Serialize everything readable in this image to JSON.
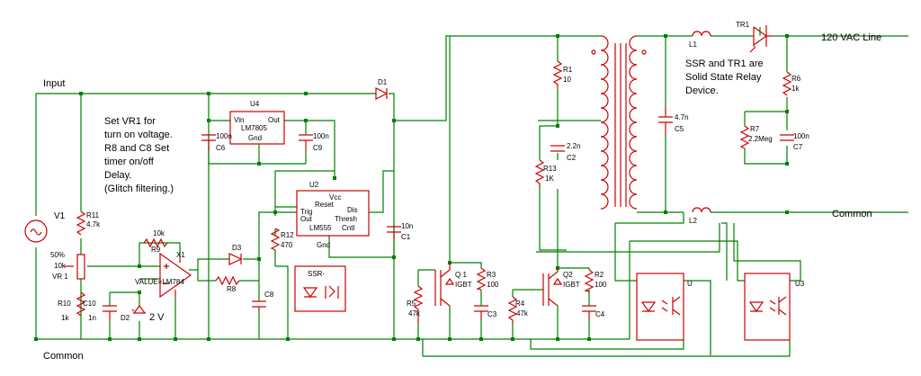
{
  "labels": {
    "input": "Input",
    "common_bottom": "Common",
    "common_right": "Common",
    "line": "120 VAC Line",
    "note_left": [
      "Set VR1 for",
      "turn on voltage.",
      "R8 and C8 Set",
      "timer on/off",
      "Delay.",
      "(Glitch filtering.)"
    ],
    "note_right": [
      "SSR and TR1 are",
      "Solid State Relay",
      "Device."
    ]
  },
  "components": {
    "V1": "V1",
    "R11": "R11",
    "R11_val": "4.7k",
    "VR1_pct": "50%",
    "VR1_val": "10k",
    "VR1": "VR 1",
    "R10": "R10",
    "R10_val": "1k",
    "C10": "C10",
    "C10_val": "1n",
    "D2": "D2",
    "D2_val": "2 V",
    "R9": "R9",
    "R9_val": "10k",
    "X1": "X1",
    "X1_val": "VALUE=LM784",
    "U4": "U4",
    "U4_vin": "Vin",
    "U4_out": "Out",
    "U4_part": "LM7805",
    "U4_gnd": "Gnd",
    "C6": "C6",
    "C6_val": "100n",
    "C9": "C9",
    "C9_val": "100n",
    "D3": "D3",
    "R8": "R8",
    "C8": "C8",
    "R12": "R12",
    "R12_val": "470",
    "U2": "U2",
    "U2_vcc": "Vcc",
    "U2_reset": "Reset",
    "U2_trig": "Trig",
    "U2_dis": "Dis",
    "U2_out": "Out",
    "U2_thresh": "Thresh",
    "U2_cntl": "Cntl",
    "U2_part": "LM555",
    "U2_gnd": "Gnd",
    "C1": "C1",
    "C1_val": "10n",
    "SSR": "SSR-",
    "D1": "D1",
    "R1": "R1",
    "R1_val": "10",
    "C2": "C2",
    "C2_val": "2.2n",
    "R13": "R13",
    "R13_val": "1K",
    "C5": "C5",
    "C5_val": "4.7n",
    "L1": "L1",
    "L2": "L2",
    "TR1": "TR1",
    "R6": "R6",
    "R6_val": "1k",
    "R7": "R7",
    "R7_val": "2.2Meg",
    "C7": "C7",
    "C7_val": "100n",
    "Q1": "Q 1",
    "Q1_type": "IGBT",
    "Q2": "Q2",
    "Q2_type": "IGBT",
    "R3": "R3",
    "R3_val": "100",
    "R2": "R2",
    "R2_val": "100",
    "R5": "R5",
    "R5_val": "47k",
    "R4": "R4",
    "R4_val": "47k",
    "C3": "C3",
    "C4": "C4",
    "U": "U",
    "U3": "U3"
  },
  "colors": {
    "wire": "#008000",
    "component": "#cc0000",
    "text": "#000000"
  }
}
